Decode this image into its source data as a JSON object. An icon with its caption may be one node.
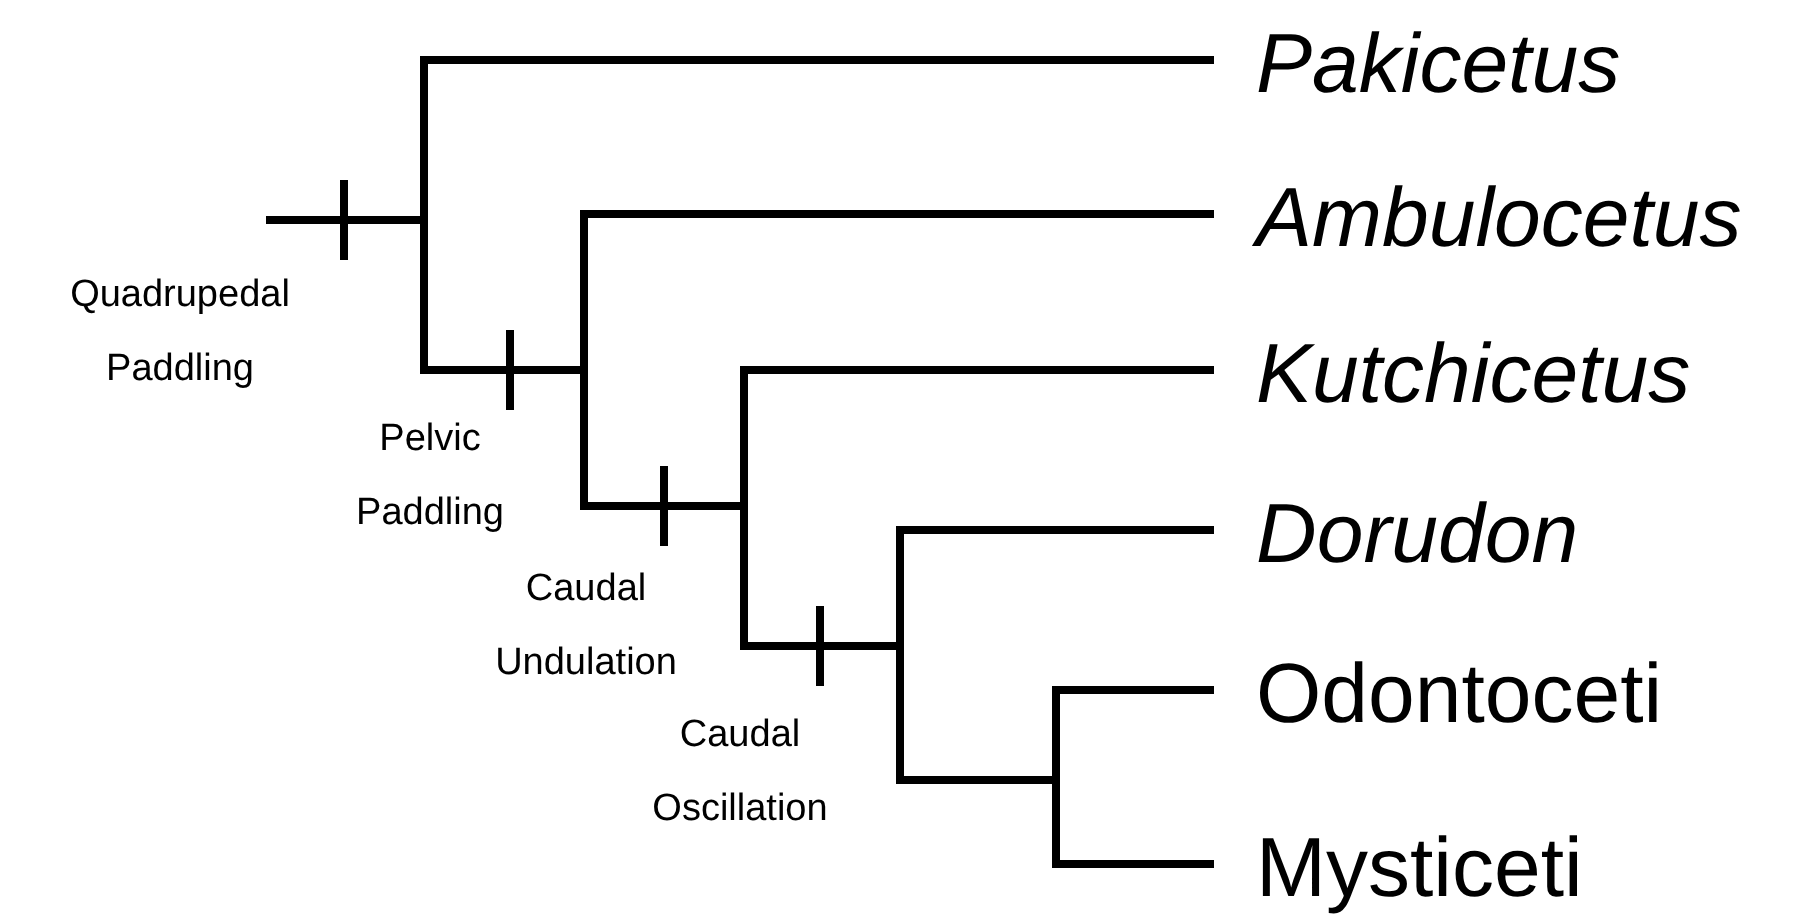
{
  "diagram": {
    "labels": [
      "Pakicetus",
      "Ambulocetus",
      "Kutchicetus",
      "Dorudon",
      "Odontoceti",
      "Mysticeti",
      "Quadrupedal Paddling",
      "Pelvic Paddling",
      "Caudal Undulation",
      "Caudal Oscillation"
    ]
  }
}
